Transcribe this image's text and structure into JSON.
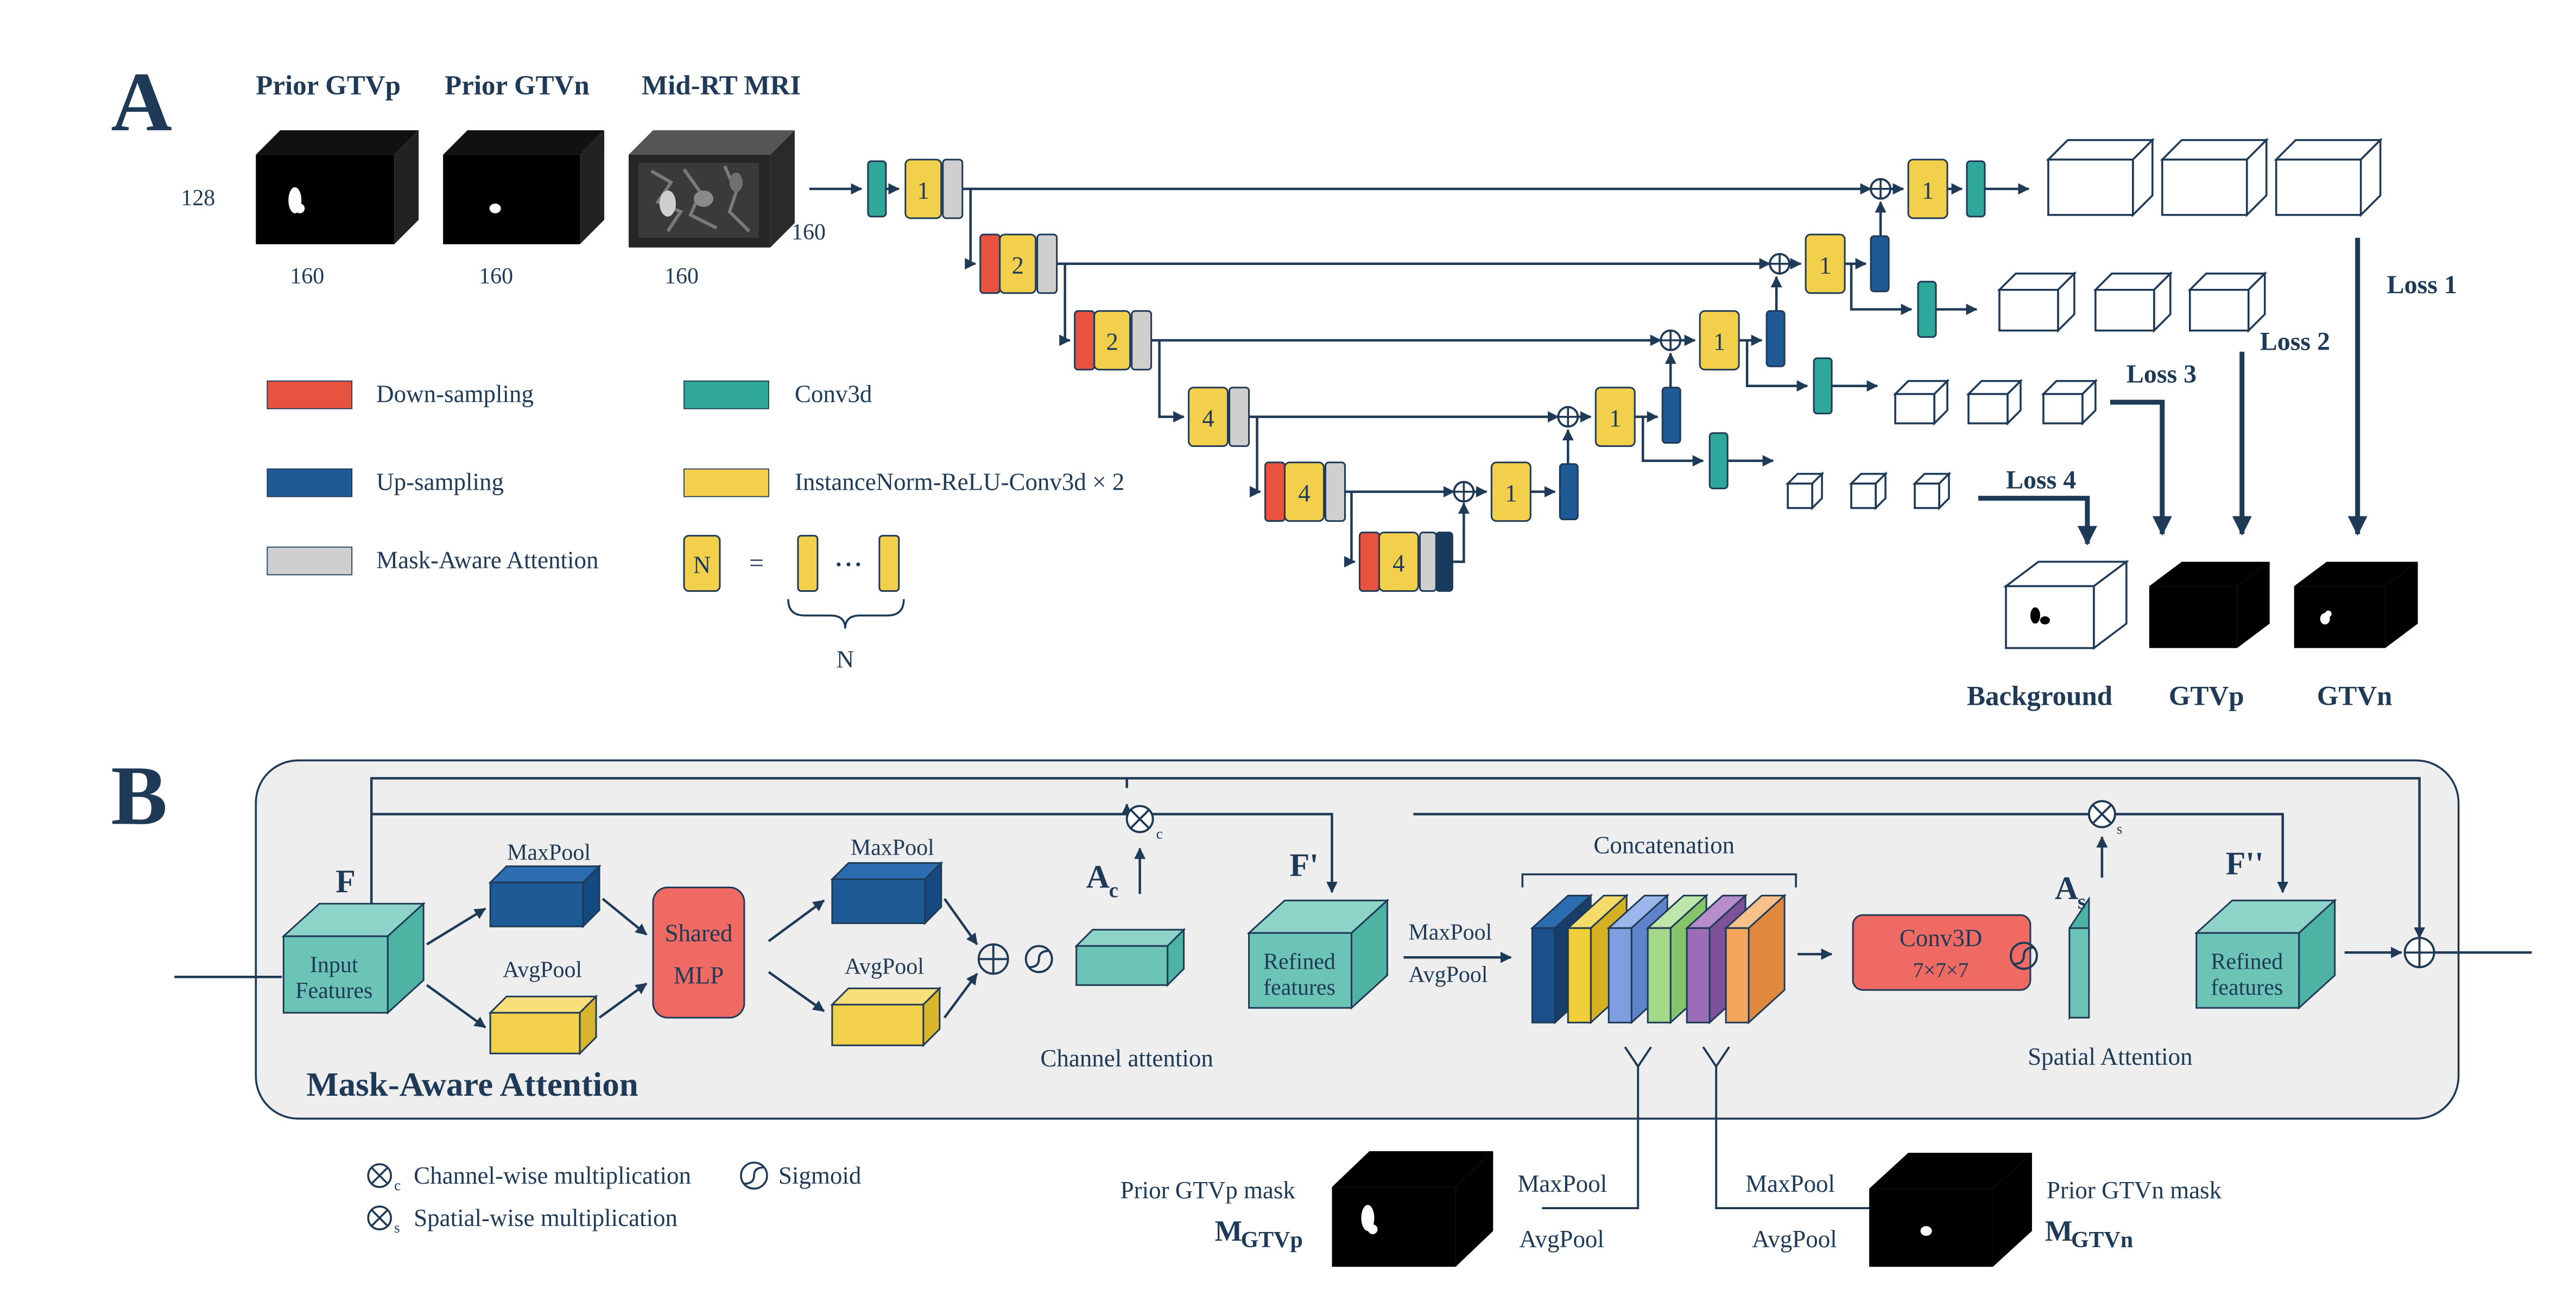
{
  "panel_a": {
    "label": "A",
    "inputs": {
      "prior_gtvp": "Prior GTVp",
      "prior_gtvn": "Prior GTVn",
      "mid_rt_mri": "Mid-RT MRI",
      "dim_128": "128",
      "dim_160": "160"
    },
    "legend": {
      "downsampling": "Down-sampling",
      "upsampling": "Up-sampling",
      "mask_aware_attention": "Mask-Aware Attention",
      "conv3d": "Conv3d",
      "instnorm": "InstanceNorm-ReLU-Conv3d × 2",
      "n_symbol": "N",
      "equals": "=",
      "dots": "• • •",
      "n_brace": "N"
    },
    "blocks": {
      "one": "1",
      "two": "2",
      "four": "4"
    },
    "losses": {
      "loss1": "Loss 1",
      "loss2": "Loss 2",
      "loss3": "Loss 3",
      "loss4": "Loss 4"
    },
    "outputs": {
      "background": "Background",
      "gtvp": "GTVp",
      "gtvn": "GTVn"
    }
  },
  "panel_b": {
    "label": "B",
    "title": "Mask-Aware Attention",
    "f": "F",
    "f_prime": "F'",
    "f_double_prime": "F''",
    "input_features": [
      "Input",
      "Features"
    ],
    "maxpool": "MaxPool",
    "avgpool": "AvgPool",
    "shared_mlp": [
      "Shared",
      "MLP"
    ],
    "a_c": "A",
    "a_c_sub": "c",
    "a_s": "A",
    "a_s_sub": "s",
    "mult_c_sub": "c",
    "mult_s_sub": "s",
    "channel_attention": "Channel attention",
    "refined_features": [
      "Refined",
      "features"
    ],
    "concatenation": "Concatenation",
    "conv3d": "Conv3D",
    "conv3d_kernel": "7×7×7",
    "spatial_attention": "Spatial Attention",
    "legend": {
      "channel_mult": "Channel-wise multiplication",
      "spatial_mult": "Spatial-wise multiplication",
      "sigmoid": "Sigmoid"
    },
    "prior_gtvp_mask": "Prior GTVp mask",
    "m_gtvp": "M",
    "m_gtvp_sub": "GTVp",
    "prior_gtvn_mask": "Prior GTVn mask",
    "m_gtvn": "M",
    "m_gtvn_sub": "GTVn"
  },
  "colors": {
    "navy_text": "#1e3a57",
    "downsampling": "#e8533f",
    "upsampling": "#1e5a96",
    "attention_gray": "#cfcfcf",
    "conv3d_teal": "#2fa79b",
    "instnorm_yellow": "#f3d04c",
    "feature_teal": "#6cc4b6",
    "mlp_red": "#ee6a62",
    "panel_bg": "#eeeeee",
    "concat_colors": [
      "#1b4f8a",
      "#f0cf3a",
      "#7d9fe0",
      "#a4d98a",
      "#9c6db7",
      "#f4a65c"
    ]
  }
}
